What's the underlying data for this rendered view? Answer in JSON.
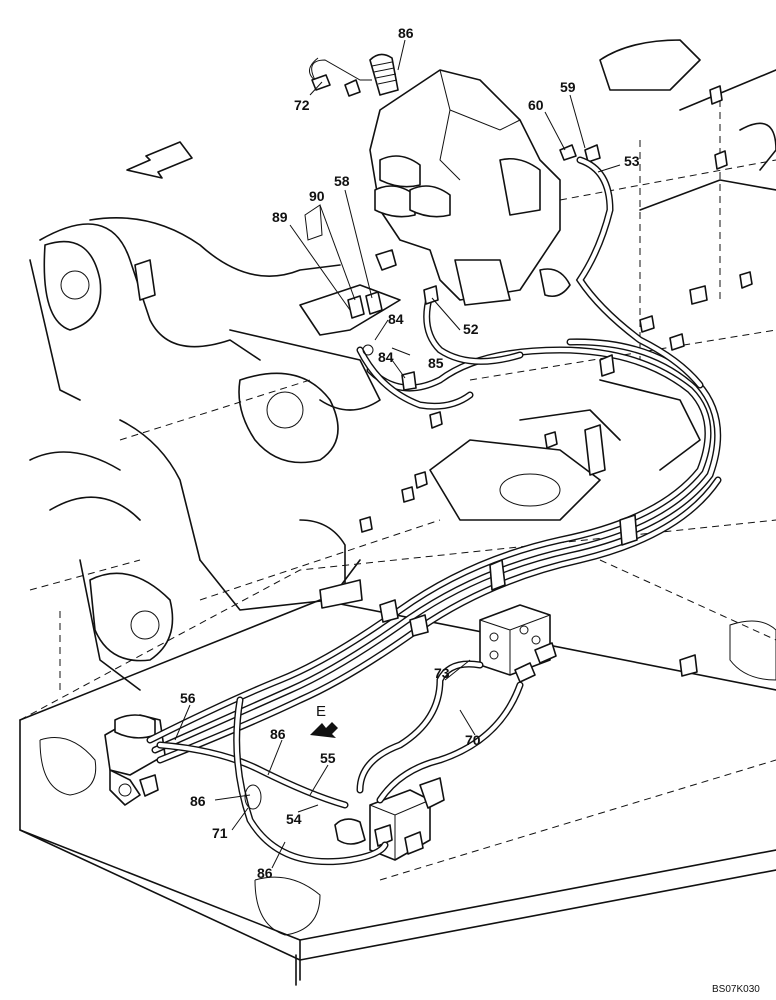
{
  "callouts": {
    "c86_top": "86",
    "c72": "72",
    "c59": "59",
    "c60": "60",
    "c53": "53",
    "c58": "58",
    "c90": "90",
    "c89": "89",
    "c84_a": "84",
    "c52": "52",
    "c84_b": "84",
    "c85": "85",
    "c73": "73",
    "c70": "70",
    "c56": "56",
    "c86_mid": "86",
    "c55": "55",
    "c86_left": "86",
    "c54": "54",
    "c71": "71",
    "c86_bottom": "86"
  },
  "view_label": "E",
  "drawing_ref": "BS07K030"
}
